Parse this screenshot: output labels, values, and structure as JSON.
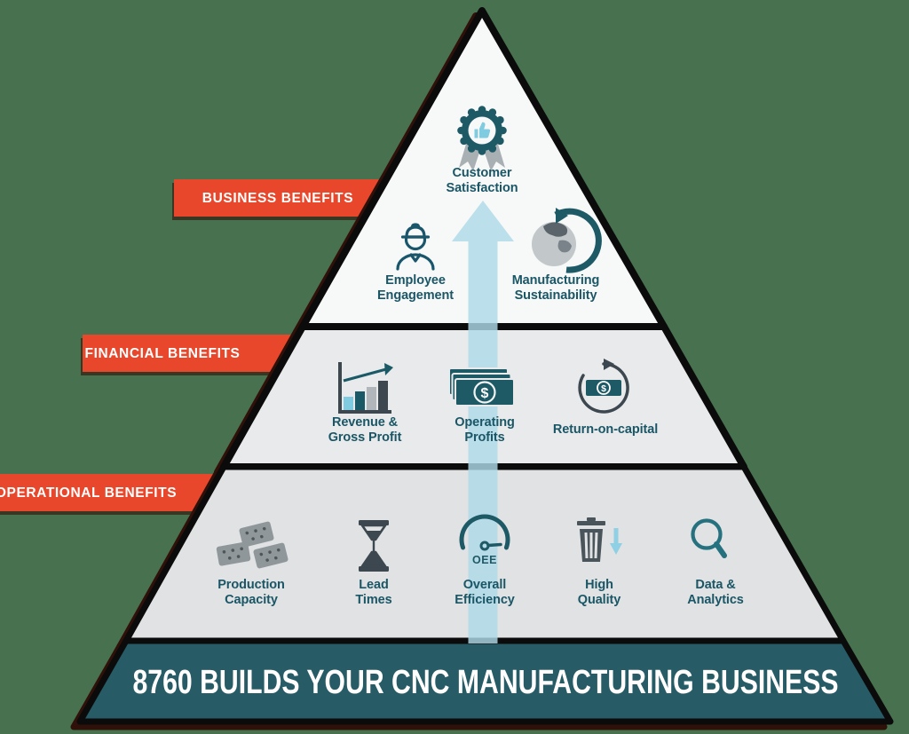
{
  "title": "CNC manufacturing benefits pyramid",
  "ribbons": [
    {
      "label": "BUSINESS BENEFITS"
    },
    {
      "label": "FINANCIAL BENEFITS"
    },
    {
      "label": "OPERATIONAL BENEFITS"
    }
  ],
  "tiers": [
    {
      "name": "business",
      "items": [
        {
          "icon": "award-ribbon-icon",
          "label": "Customer Satisfaction",
          "label_lines": [
            "Customer",
            "Satisfaction"
          ]
        },
        {
          "icon": "worker-icon",
          "label": "Employee Engagement",
          "label_lines": [
            "Employee",
            "Engagement"
          ]
        },
        {
          "icon": "globe-recycle-icon",
          "label": "Manufacturing Sustainability",
          "label_lines": [
            "Manufacturing",
            "Sustainability"
          ]
        }
      ]
    },
    {
      "name": "financial",
      "items": [
        {
          "icon": "bar-chart-icon",
          "label": "Revenue & Gross Profit",
          "label_lines": [
            "Revenue &",
            "Gross Profit"
          ]
        },
        {
          "icon": "money-bills-icon",
          "label": "Operating Profits",
          "label_lines": [
            "Operating",
            "Profits"
          ]
        },
        {
          "icon": "return-on-capital-icon",
          "label": "Return-on-capital",
          "label_lines": [
            "Return-on-capital"
          ]
        }
      ]
    },
    {
      "name": "operational",
      "items": [
        {
          "icon": "production-boxes-icon",
          "label": "Production Capacity",
          "label_lines": [
            "Production",
            "Capacity"
          ]
        },
        {
          "icon": "hourglass-icon",
          "label": "Lead Times",
          "label_lines": [
            "Lead",
            "Times"
          ]
        },
        {
          "icon": "oee-gauge-icon",
          "label": "Overall Efficiency",
          "label_lines": [
            "Overall",
            "Efficiency"
          ]
        },
        {
          "icon": "trash-reduce-icon",
          "label": "High Quality",
          "label_lines": [
            "High",
            "Quality"
          ]
        },
        {
          "icon": "magnifier-icon",
          "label": "Data & Analytics",
          "label_lines": [
            "Data &",
            "Analytics"
          ]
        }
      ]
    }
  ],
  "banner": {
    "label": "8760 BUILDS YOUR CNC MANUFACTURING BUSINESS"
  },
  "icons": {
    "dollar_sign": "$",
    "oee_label": "OEE"
  },
  "colors": {
    "background_green": "#48714F",
    "ribbon_red": "#E8472B",
    "tier1_fill": "#F7F8F8",
    "tier2_fill": "#E9EAEB",
    "tier3_fill": "#E0E2E3",
    "banner_teal": "#275B66",
    "outline_black": "#0B0B0B",
    "shadow_maroon": "#2F1109",
    "text_teal": "#1A5666",
    "icon_teal_dark": "#1D5A66",
    "icon_teal_mid": "#2B7E8E",
    "icon_light_blue": "#7FCBE0",
    "arrow_light_blue": "#AEDAE8",
    "icon_gray": "#90979B",
    "icon_slate": "#3C474F"
  }
}
